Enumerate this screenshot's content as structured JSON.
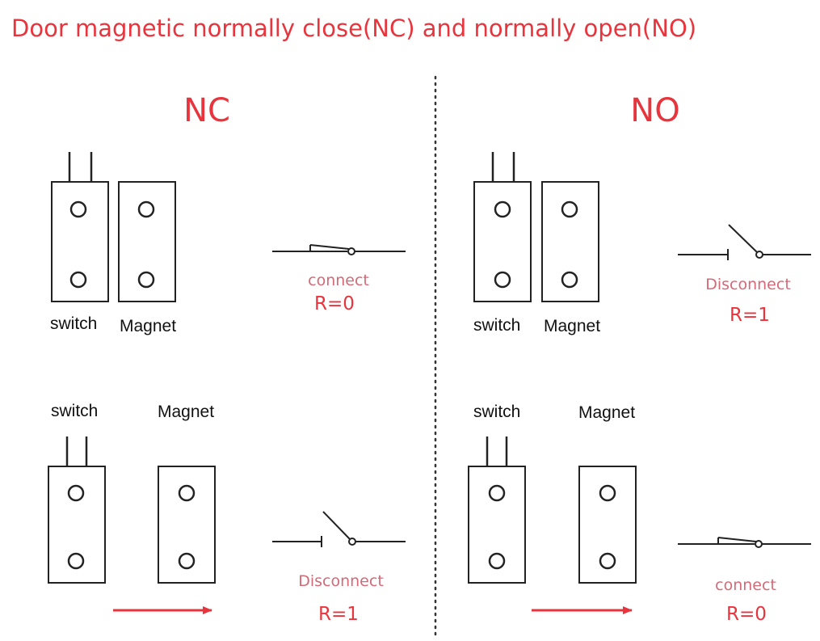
{
  "title": "Door magnetic normally close(NC) and normally open(NO)",
  "sections": {
    "nc": {
      "heading": "NC",
      "top": {
        "switch_label": "switch",
        "magnet_label": "Magnet",
        "state": "connect",
        "resistance": "R=0"
      },
      "bottom": {
        "switch_label": "switch",
        "magnet_label": "Magnet",
        "state": "Disconnect",
        "resistance": "R=1"
      }
    },
    "no": {
      "heading": "NO",
      "top": {
        "switch_label": "switch",
        "magnet_label": "Magnet",
        "state": "Disconnect",
        "resistance": "R=1"
      },
      "bottom": {
        "switch_label": "switch",
        "magnet_label": "Magnet",
        "state": "connect",
        "resistance": "R=0"
      }
    }
  },
  "colors": {
    "accent": "#e8343c",
    "state_text": "#d46a78",
    "ink": "#222222"
  }
}
